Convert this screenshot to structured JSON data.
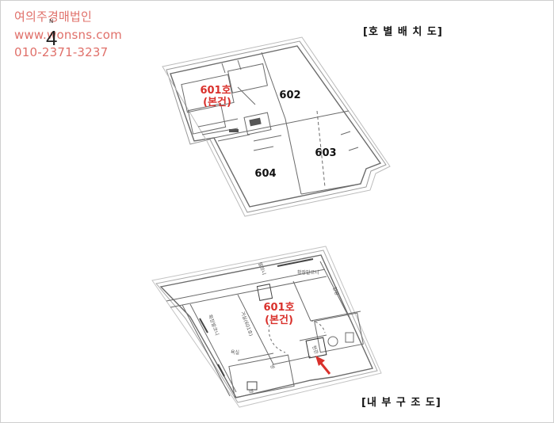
{
  "watermark": {
    "company": "여의주경매법인",
    "website": "www.wonsns.com",
    "phone": "010-2371-3237"
  },
  "compass": {
    "north_letter": "N",
    "arrow_glyph": "4"
  },
  "top_plan": {
    "heading": "[호 별 배 치 도]",
    "units": {
      "u601": "601호",
      "u601_note": "(본건)",
      "u602": "602",
      "u603": "603",
      "u604": "604"
    }
  },
  "bottom_plan": {
    "heading": "[내 부 구 조 도]",
    "unit_label": "601호",
    "unit_note": "(본건)",
    "rooms": {
      "bedroom": "방",
      "living": "거실(601호)",
      "balcony_top": "발코니",
      "balcony_left": "확장발코니",
      "balcony_right": "확장발코니",
      "room_right": "안방",
      "bathroom": "욕실",
      "entrance": "현관",
      "room_small": "방"
    }
  },
  "colors": {
    "accent_red": "#d9302b",
    "watermark": "#e0706a",
    "line": "#6b6b6b"
  }
}
